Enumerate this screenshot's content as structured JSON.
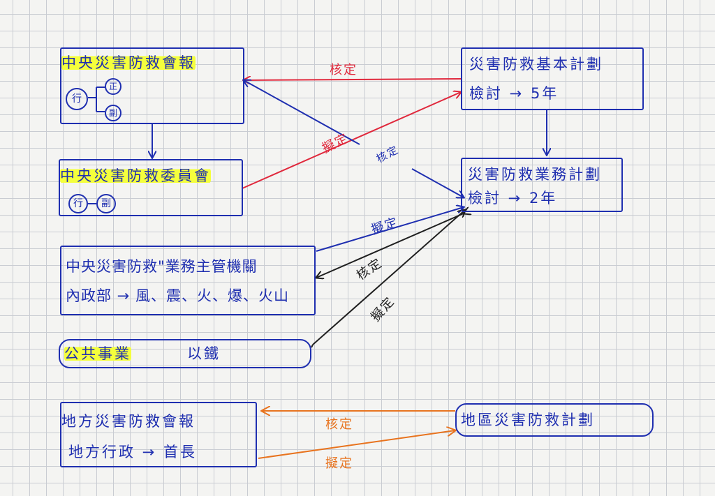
{
  "colors": {
    "blue": "#1f2fb0",
    "red": "#e0283c",
    "black": "#202020",
    "orange": "#e8731e",
    "highlight": "#f4ff3c"
  },
  "boxes": {
    "central_council": {
      "title": "中央災害防救會報",
      "circle_executive": "行",
      "circle_chief": "正",
      "circle_deputy": "副"
    },
    "central_committee": {
      "title": "中央災害防救委員會",
      "circle_executive": "行",
      "circle_deputy": "副"
    },
    "basic_plan": {
      "title": "災害防救基本計劃",
      "review": "檢討 → 5年"
    },
    "operation_plan": {
      "title": "災害防救業務計劃",
      "review": "檢討 → 2年"
    },
    "ministries": {
      "title": "中央災害防救\"業務主管機關",
      "detail": "內政部 → 風、震、火、爆、火山"
    },
    "public_utilities": {
      "title": "公共事業",
      "suffix": "以鐵"
    },
    "local_council": {
      "title": "地方災害防救會報",
      "detail": "地方行政 → 首長"
    },
    "regional_plan": {
      "title": "地區災害防救計劃"
    }
  },
  "arrow_labels": {
    "approve_top": "核定",
    "draft_red": "擬定",
    "approve_blue": "核定",
    "draft_blue": "擬定",
    "approve_black": "核定",
    "draft_black": "擬定",
    "approve_orange": "核定",
    "draft_orange": "擬定"
  }
}
